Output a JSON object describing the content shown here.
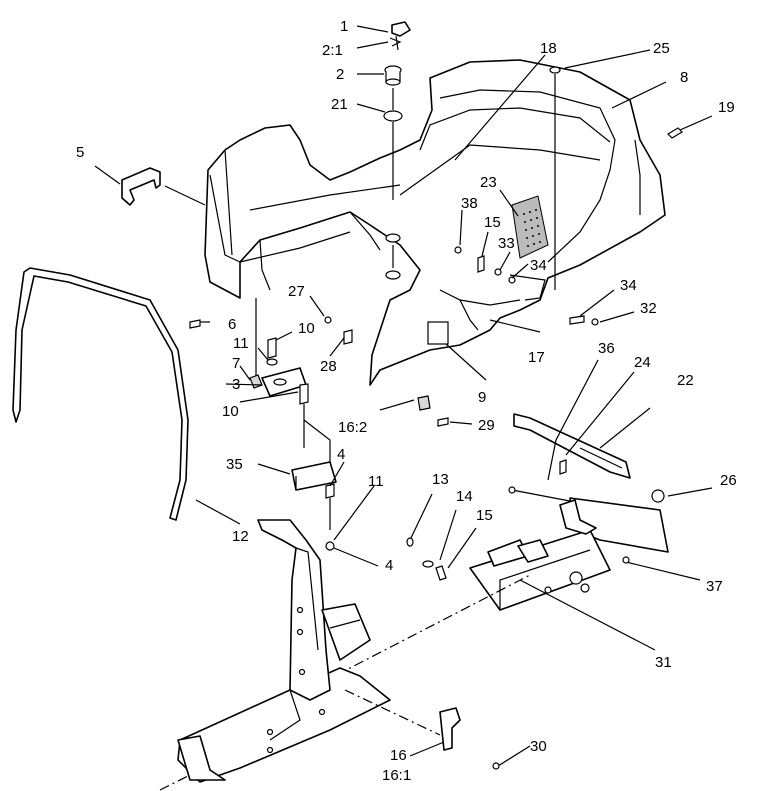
{
  "diagram": {
    "type": "exploded-parts-view",
    "callouts": [
      "1",
      "2:1",
      "2",
      "21",
      "18",
      "25",
      "8",
      "19",
      "5",
      "23",
      "38",
      "15",
      "33",
      "34",
      "34",
      "32",
      "27",
      "10",
      "6",
      "11",
      "7",
      "3",
      "28",
      "17",
      "36",
      "24",
      "22",
      "9",
      "10",
      "16:2",
      "29",
      "35",
      "4",
      "11",
      "26",
      "13",
      "14",
      "15",
      "12",
      "4",
      "37",
      "31",
      "16",
      "16:1",
      "30"
    ]
  }
}
